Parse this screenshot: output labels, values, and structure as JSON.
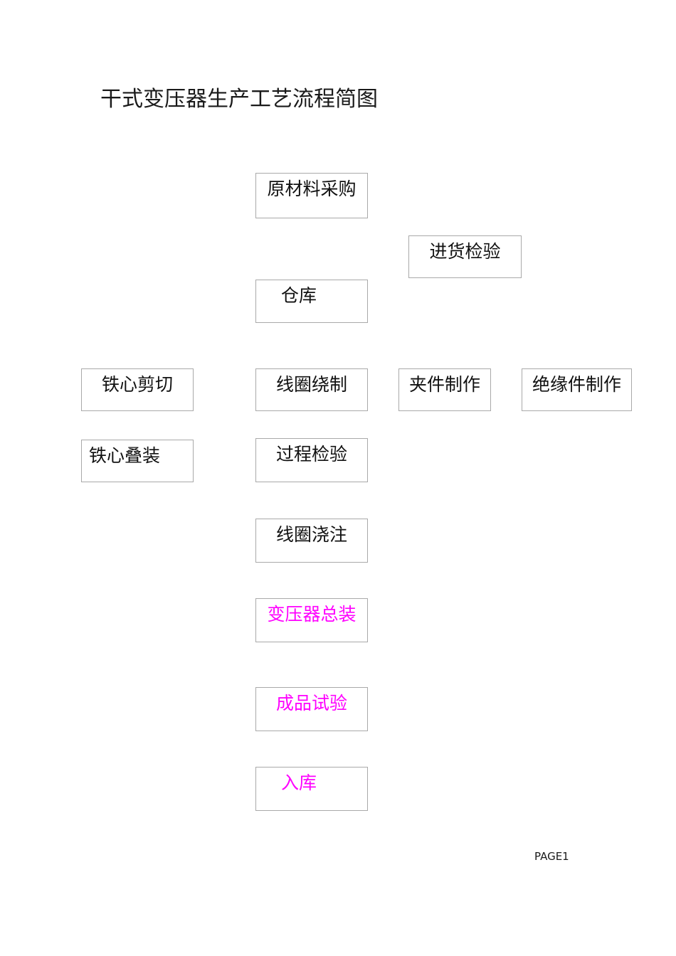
{
  "document": {
    "title": "干式变压器生产工艺流程简图",
    "footer": "PAGE1",
    "background_color": "#ffffff",
    "box_border_color": "#a9a9a9",
    "text_color": "#111111",
    "highlight_color": "#ff00ff"
  },
  "chart_data": {
    "type": "diagram",
    "title": "干式变压器生产工艺流程简图",
    "diagram_kind": "process-flowchart",
    "connectors": "none",
    "nodes": [
      {
        "id": "raw-material-purchase",
        "label": "原材料采购",
        "color": "#111111",
        "column": "center",
        "row": 1
      },
      {
        "id": "incoming-inspection",
        "label": "进货检验",
        "color": "#111111",
        "column": "right",
        "row": 2
      },
      {
        "id": "warehouse",
        "label": "仓库",
        "color": "#111111",
        "column": "center",
        "row": 3
      },
      {
        "id": "core-shearing",
        "label": "铁心剪切",
        "color": "#111111",
        "column": "left",
        "row": 4
      },
      {
        "id": "coil-winding",
        "label": "线圈绕制",
        "color": "#111111",
        "column": "center",
        "row": 4
      },
      {
        "id": "clamp-fabrication",
        "label": "夹件制作",
        "color": "#111111",
        "column": "right",
        "row": 4
      },
      {
        "id": "insulation-part-fabrication",
        "label": "绝缘件制作",
        "color": "#111111",
        "column": "far-right",
        "row": 4
      },
      {
        "id": "core-stacking",
        "label": "铁心叠装",
        "color": "#111111",
        "column": "left",
        "row": 5
      },
      {
        "id": "process-inspection",
        "label": "过程检验",
        "color": "#111111",
        "column": "center",
        "row": 5
      },
      {
        "id": "coil-casting",
        "label": "线圈浇注",
        "color": "#111111",
        "column": "center",
        "row": 6
      },
      {
        "id": "transformer-assembly",
        "label": "变压器总装",
        "color": "#ff00ff",
        "column": "center",
        "row": 7
      },
      {
        "id": "finished-product-test",
        "label": "成品试验",
        "color": "#ff00ff",
        "column": "center",
        "row": 8
      },
      {
        "id": "put-in-storage",
        "label": "入库",
        "color": "#ff00ff",
        "column": "center",
        "row": 9
      }
    ]
  },
  "boxes": {
    "raw_material_purchase": "原材料采购",
    "incoming_inspection": "进货检验",
    "warehouse": "仓库",
    "core_shearing": "铁心剪切",
    "coil_winding": "线圈绕制",
    "clamp_fabrication": "夹件制作",
    "insulation_part_fabrication": "绝缘件制作",
    "core_stacking": "铁心叠装",
    "process_inspection": "过程检验",
    "coil_casting": "线圈浇注",
    "transformer_assembly": "变压器总装",
    "finished_product_test": "成品试验",
    "put_in_storage": "入库"
  }
}
